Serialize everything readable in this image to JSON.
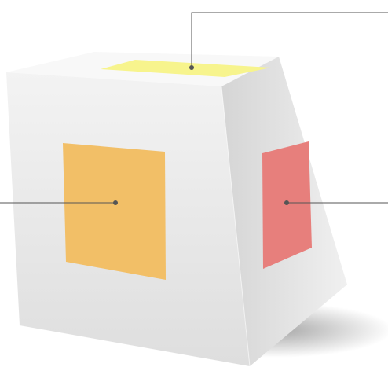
{
  "colors": {
    "background": "#ffffff",
    "cube_front_light": "#f3f3f3",
    "cube_front_dark": "#dedede",
    "cube_side_light": "#d5d5d5",
    "cube_side_dark": "#f0f0f0",
    "cube_top": "#f8f8f8",
    "top_label_square": "#f7f48d",
    "front_label_square": "#f2bf67",
    "side_label_square": "#e77f7c",
    "callout_line": "#555555",
    "callout_dot": "#555555"
  },
  "callouts": [
    {
      "id": "top",
      "target": "top-face-square"
    },
    {
      "id": "front",
      "target": "front-face-square"
    },
    {
      "id": "side",
      "target": "side-face-square"
    }
  ]
}
